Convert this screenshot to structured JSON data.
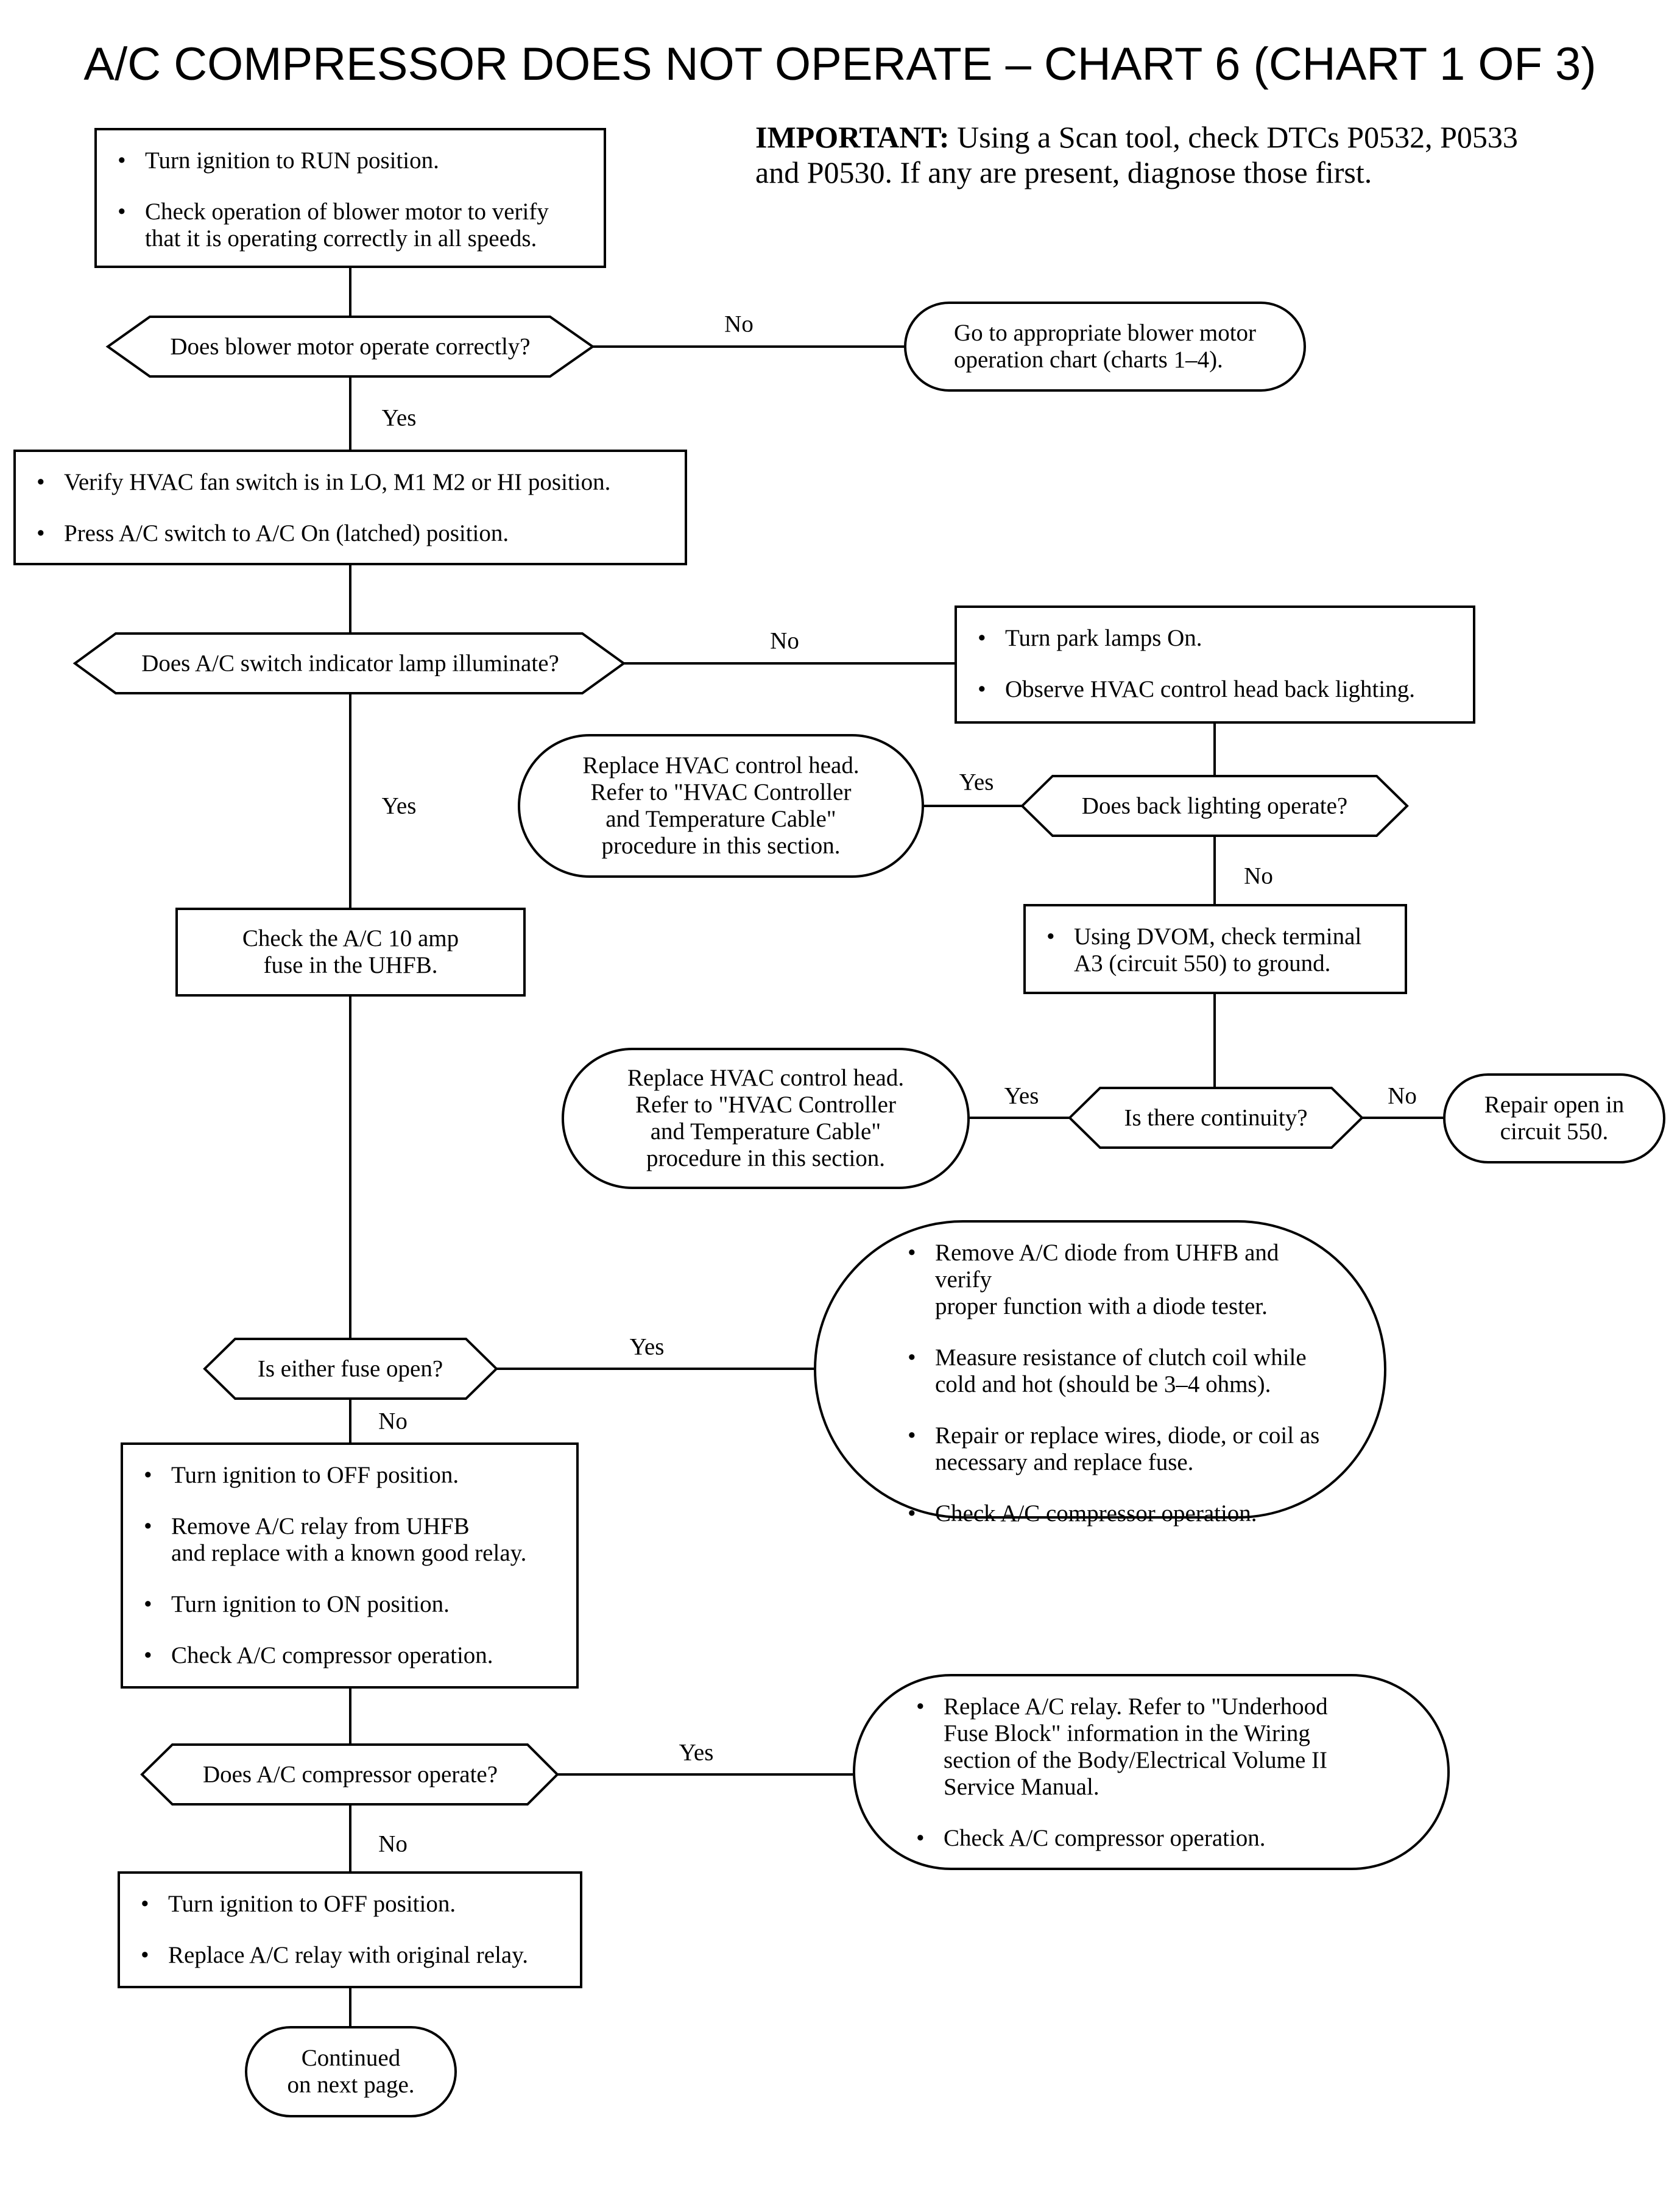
{
  "title": "A/C COMPRESSOR DOES NOT OPERATE – CHART 6 (CHART 1 OF 3)",
  "important": {
    "label": "IMPORTANT:",
    "text": "Using a Scan tool, check DTCs P0532, P0533 and P0530. If any are present, diagnose those first."
  },
  "nodes": {
    "step_ignition_run": [
      "Turn ignition to RUN position.",
      "Check operation of blower motor to verify\nthat it is operating correctly in all speeds."
    ],
    "q_blower": "Does blower motor operate correctly?",
    "blower_chart": "Go to appropriate blower motor\noperation chart (charts 1–4).",
    "step_fan_switch": [
      "Verify HVAC fan switch is in LO, M1 M2 or HI position.",
      "Press A/C switch to A/C On (latched) position."
    ],
    "q_indicator": "Does A/C switch indicator lamp illuminate?",
    "step_park_lamps": [
      "Turn park lamps On.",
      "Observe HVAC control head back lighting."
    ],
    "q_back_lighting": "Does back lighting operate?",
    "replace_head_1": "Replace HVAC control head.\nRefer to \"HVAC Controller\nand Temperature Cable\"\nprocedure in this section.",
    "step_dvom": [
      "Using DVOM, check terminal\nA3 (circuit 550) to ground."
    ],
    "q_continuity": "Is there continuity?",
    "replace_head_2": "Replace HVAC control head.\nRefer to \"HVAC Controller\nand Temperature Cable\"\nprocedure in this section.",
    "repair_550": "Repair open in\ncircuit 550.",
    "check_fuse": "Check the A/C 10 amp\nfuse in the UHFB.",
    "q_fuse": "Is either fuse open?",
    "diode_steps": [
      "Remove A/C diode from UHFB and verify\nproper function with a diode tester.",
      "Measure resistance of clutch coil while\ncold and hot (should be 3–4 ohms).",
      "Repair or replace wires, diode, or coil as\nnecessary and replace fuse.",
      "Check A/C compressor operation."
    ],
    "step_relay_swap": [
      "Turn ignition to OFF position.",
      "Remove A/C relay from UHFB\nand replace with a known good relay.",
      "Turn ignition to ON position.",
      "Check A/C compressor operation."
    ],
    "q_compressor": "Does A/C compressor operate?",
    "replace_relay": [
      "Replace A/C relay. Refer to \"Underhood\nFuse Block\" information in the Wiring\nsection of the Body/Electrical Volume II\nService Manual.",
      "Check A/C compressor operation."
    ],
    "step_original_relay": [
      "Turn ignition to OFF position.",
      "Replace A/C relay with original relay."
    ],
    "continued": "Continued\non next page."
  },
  "labels": {
    "blower_no": "No",
    "blower_yes": "Yes",
    "indicator_no": "No",
    "indicator_yes": "Yes",
    "back_yes": "Yes",
    "back_no": "No",
    "continuity_yes": "Yes",
    "continuity_no": "No",
    "fuse_yes": "Yes",
    "fuse_no": "No",
    "compressor_yes": "Yes",
    "compressor_no": "No"
  }
}
